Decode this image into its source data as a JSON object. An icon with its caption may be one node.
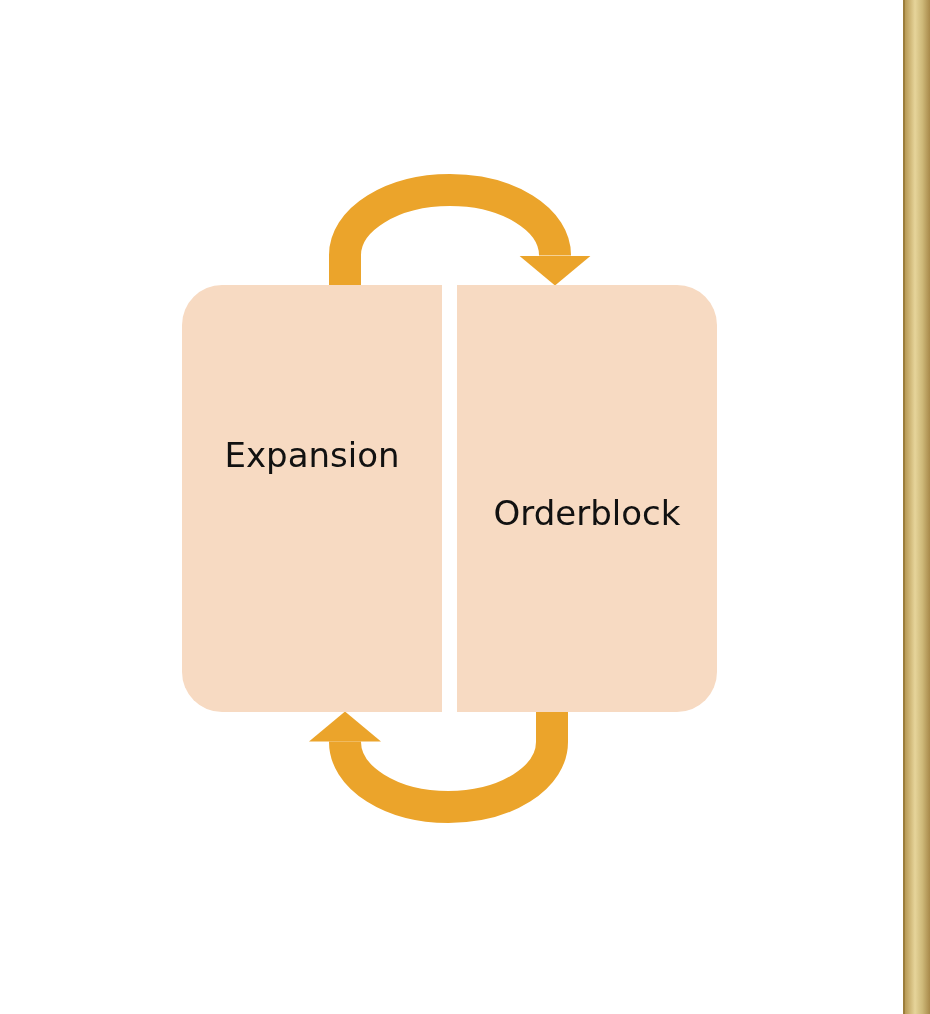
{
  "diagram": {
    "nodes": [
      {
        "text": [
          "Expansion"
        ]
      },
      {
        "text": [
          "Orderblock"
        ]
      }
    ],
    "edges": [
      {
        "from": 0,
        "to": 1,
        "arrow": "to"
      },
      {
        "from": 1,
        "to": 0,
        "arrow": "to"
      }
    ]
  }
}
